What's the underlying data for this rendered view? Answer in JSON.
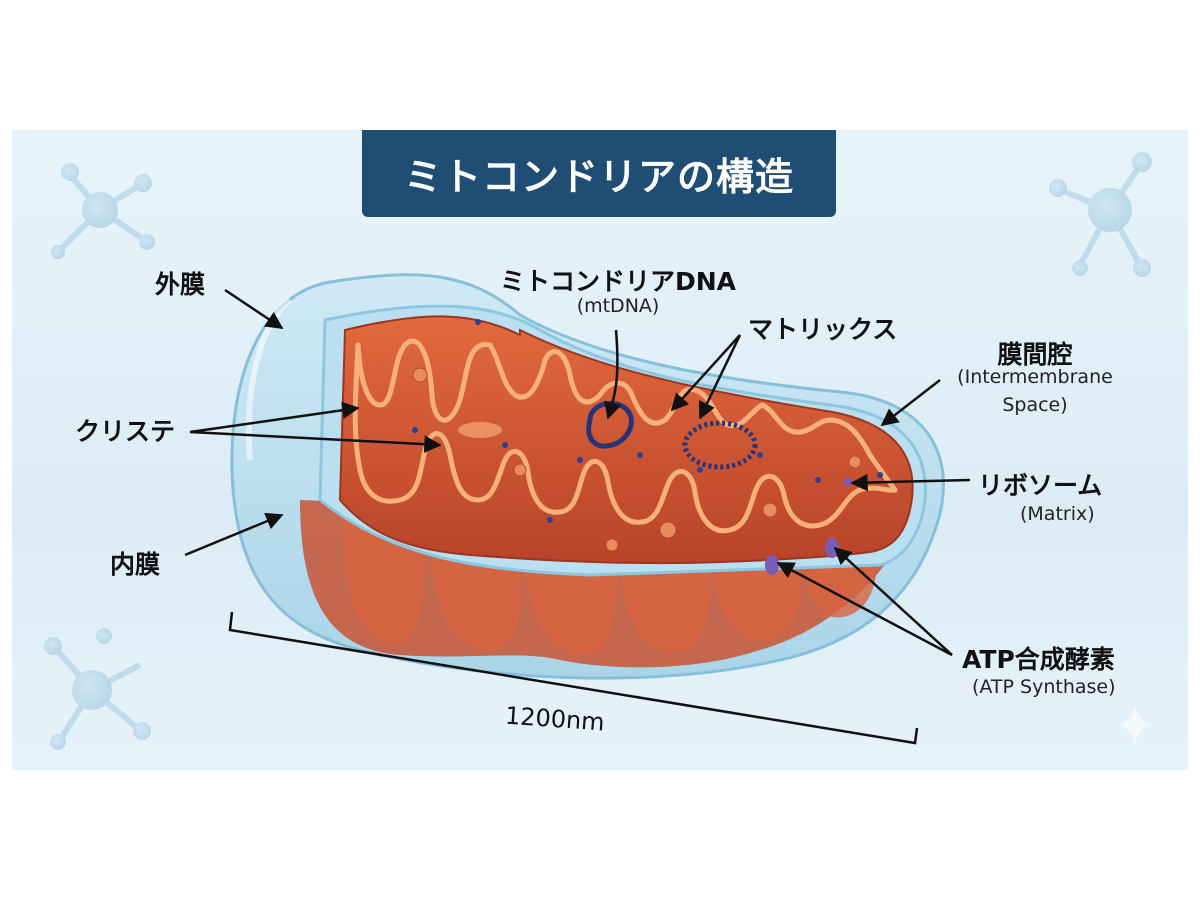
{
  "title": "ミトコンドリアの構造",
  "labels": {
    "outer_membrane": "外膜",
    "cristae": "クリステ",
    "inner_membrane": "内膜",
    "mtdna": "ミトコンドリアDNA",
    "mtdna_sub": "(mtDNA)",
    "matrix": "マトリックス",
    "intermembrane": "膜間腔",
    "intermembrane_sub_1": "(Intermembrane",
    "intermembrane_sub_2": "Space)",
    "ribosome": "リボソーム",
    "ribosome_sub": "(Matrix)",
    "atp_synthase": "ATP合成酵素",
    "atp_synthase_sub": "(ATP Synthase)"
  },
  "scale": "1200nm",
  "colors": {
    "title_bg": "#1f4d74",
    "membrane_blue": "#9fd0e6",
    "matrix_orange": "#d9522c",
    "cristae_light": "#f6b07a",
    "dna_blue": "#26347a",
    "atp_purple": "#7b5cb5"
  }
}
